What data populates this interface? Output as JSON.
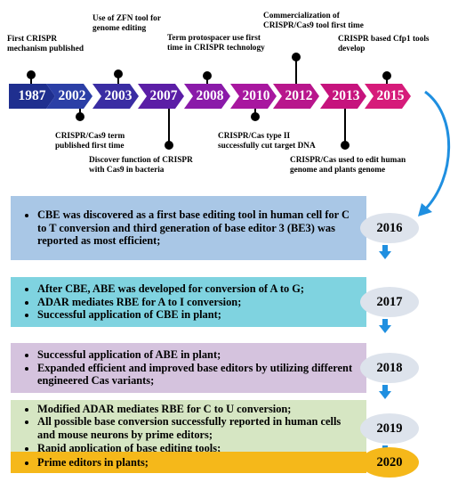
{
  "timeline": {
    "years": [
      {
        "label": "1987",
        "color": "#1f2f8f"
      },
      {
        "label": "2002",
        "color": "#2b3fa6"
      },
      {
        "label": "2003",
        "color": "#3a2da3"
      },
      {
        "label": "2007",
        "color": "#5b1ea6"
      },
      {
        "label": "2008",
        "color": "#8a1aa9"
      },
      {
        "label": "2010",
        "color": "#a8179f"
      },
      {
        "label": "2012",
        "color": "#b8168c"
      },
      {
        "label": "2013",
        "color": "#c6137d"
      },
      {
        "label": "2015",
        "color": "#d61b7a"
      }
    ],
    "above": [
      {
        "year": "2002",
        "lines": [
          "First CRISPR",
          "mechanism published"
        ]
      },
      {
        "year": "2003",
        "lines": [
          "Use of ZFN tool for",
          "genome editing"
        ]
      },
      {
        "year": "2008",
        "lines": [
          "Term protospacer use first",
          "time in CRISPR technology"
        ]
      },
      {
        "year": "2012",
        "lines": [
          "Commercialization  of",
          "CRISPR/Cas9 tool first time"
        ]
      },
      {
        "year": "2015",
        "lines": [
          "CRISPR based Cfp1 tools",
          "develop"
        ]
      }
    ],
    "below": [
      {
        "year": "2002",
        "lines": [
          "CRISPR/Cas9 term",
          "published first time"
        ]
      },
      {
        "year": "2007",
        "lines": [
          "Discover function of CRISPR",
          "with Cas9 in bacteria"
        ]
      },
      {
        "year": "2010",
        "lines": [
          "CRISPR/Cas type II",
          "successfully cut target DNA"
        ]
      },
      {
        "year": "2013",
        "lines": [
          "CRISPR/Cas used to edit human",
          "genome and plants genome"
        ]
      }
    ]
  },
  "boxes": [
    {
      "year": "2016",
      "fill": "#a9c7e6",
      "oval_fill": "#dde3ec",
      "items": [
        "CBE was discovered as a first base editing tool in human cell for C to T conversion and third generation of base editor 3 (BE3) was reported as most efficient;"
      ]
    },
    {
      "year": "2017",
      "fill": "#7fd3e0",
      "oval_fill": "#dde3ec",
      "items": [
        "After CBE, ABE was developed for conversion of A to G;",
        "ADAR mediates RBE for A to I conversion;",
        "Successful application of CBE in plant;"
      ]
    },
    {
      "year": "2018",
      "fill": "#d5c3de",
      "oval_fill": "#dde3ec",
      "items": [
        "Successful application of ABE in plant;",
        "Expanded efficient  and improved base editors by utilizing different engineered Cas variants;"
      ]
    },
    {
      "year": "2019",
      "fill": "#d6e6c3",
      "oval_fill": "#dde3ec",
      "items": [
        "Modified ADAR mediates RBE for C to U conversion;",
        "All possible base conversion successfully reported in human cells and mouse neurons by prime editors;",
        "Rapid application of base editing tools;"
      ]
    },
    {
      "year": "2020",
      "fill": "#f5b81a",
      "oval_fill": "#f5b81a",
      "items": [
        "Prime editors in plants;"
      ]
    }
  ],
  "accent_arrow_color": "#1f8fe0"
}
